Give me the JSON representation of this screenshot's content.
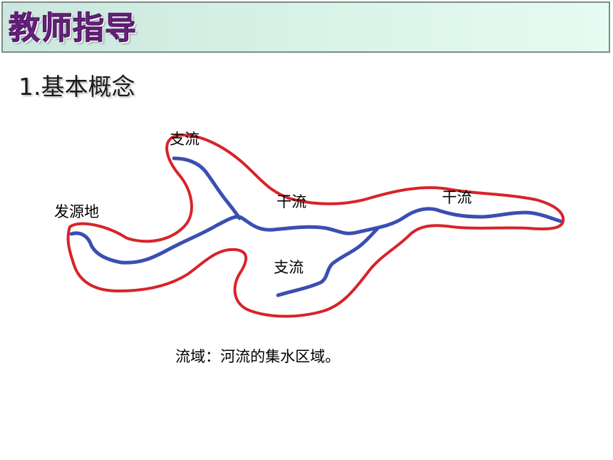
{
  "header": {
    "title": "教师指导",
    "background_color": "#d6f2e6",
    "title_color": "#7a2e8e"
  },
  "section": {
    "heading": "1.基本概念"
  },
  "diagram": {
    "labels": {
      "source": "发源地",
      "tributary_top": "支流",
      "main_stream_middle": "干流",
      "main_stream_right": "干流",
      "tributary_bottom": "支流"
    },
    "basin_outline_color": "#d8232a",
    "river_color": "#3b4fb0"
  },
  "definition": "流域：河流的集水区域。"
}
